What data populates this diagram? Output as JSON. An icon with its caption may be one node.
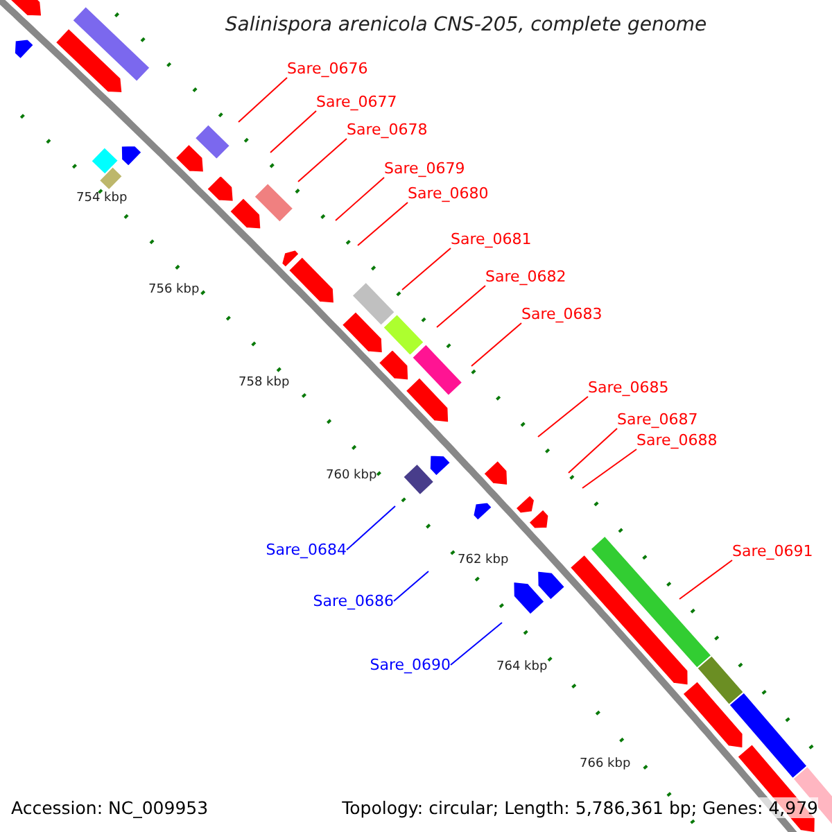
{
  "diagram": {
    "title": "Salinispora arenicola CNS-205, complete genome",
    "nodes": [
      {
        "text": [
          "Sare_0676"
        ]
      },
      {
        "text": [
          "Sare_0677"
        ]
      },
      {
        "text": [
          "Sare_0678"
        ]
      },
      {
        "text": [
          "Sare_0679"
        ]
      },
      {
        "text": [
          "Sare_0680"
        ]
      },
      {
        "text": [
          "Sare_0681"
        ]
      },
      {
        "text": [
          "Sare_0682"
        ]
      },
      {
        "text": [
          "Sare_0683"
        ]
      },
      {
        "text": [
          "Sare_0685"
        ]
      },
      {
        "text": [
          "Sare_0687"
        ]
      },
      {
        "text": [
          "Sare_0688"
        ]
      },
      {
        "text": [
          "Sare_0684"
        ]
      },
      {
        "text": [
          "Sare_0691"
        ]
      },
      {
        "text": [
          "Sare_0686"
        ]
      },
      {
        "text": [
          "Sare_0690"
        ]
      }
    ],
    "edges": [
      {
        "from": 0,
        "to": null,
        "arrow": "none"
      },
      {
        "from": 1,
        "to": null,
        "arrow": "none"
      },
      {
        "from": 2,
        "to": null,
        "arrow": "none"
      },
      {
        "from": 3,
        "to": null,
        "arrow": "none"
      },
      {
        "from": 4,
        "to": null,
        "arrow": "none"
      },
      {
        "from": 5,
        "to": null,
        "arrow": "none"
      },
      {
        "from": 6,
        "to": null,
        "arrow": "none"
      },
      {
        "from": 7,
        "to": null,
        "arrow": "none"
      },
      {
        "from": 8,
        "to": null,
        "arrow": "none"
      },
      {
        "from": 9,
        "to": null,
        "arrow": "none"
      },
      {
        "from": 10,
        "to": null,
        "arrow": "none"
      },
      {
        "from": 11,
        "to": null,
        "arrow": "none",
        "color": "#0000ff"
      },
      {
        "from": 12,
        "to": null,
        "arrow": "none"
      },
      {
        "from": 13,
        "to": null,
        "arrow": "none",
        "color": "#0000ff"
      },
      {
        "from": 14,
        "to": null,
        "arrow": "none",
        "color": "#0000ff"
      }
    ],
    "labels": [
      "754 kbp",
      "756 kbp",
      "758 kbp",
      "760 kbp",
      "762 kbp",
      "764 kbp",
      "766 kbp",
      "Accession: NC_009953",
      "Topology: circular; Length: 5,786,361 bp; Genes: 4,979"
    ]
  }
}
